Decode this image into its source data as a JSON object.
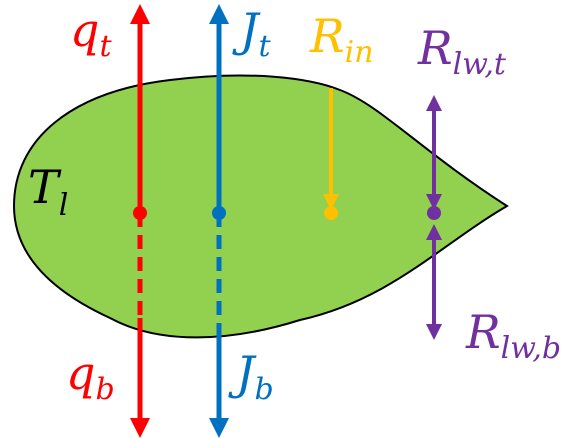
{
  "colors": {
    "leaf_fill": "#92d050",
    "leaf_stroke": "#000000",
    "heat_flux": "#ff0000",
    "water_flux": "#0070c0",
    "incoming_radiation": "#ffc000",
    "longwave_radiation": "#7030a0"
  },
  "labels": {
    "leaf_temperature": {
      "base": "T",
      "sub": "l"
    },
    "heat_top": {
      "base": "q",
      "sub": "t"
    },
    "heat_bottom": {
      "base": "q",
      "sub": "b"
    },
    "flux_top": {
      "base": "J",
      "sub": "t"
    },
    "flux_bottom": {
      "base": "J",
      "sub": "b"
    },
    "radiation_in": {
      "base": "R",
      "sub": "in"
    },
    "longwave_top": {
      "base": "R",
      "sub": "lw,t"
    },
    "longwave_bottom": {
      "base": "R",
      "sub": "lw,b"
    }
  }
}
